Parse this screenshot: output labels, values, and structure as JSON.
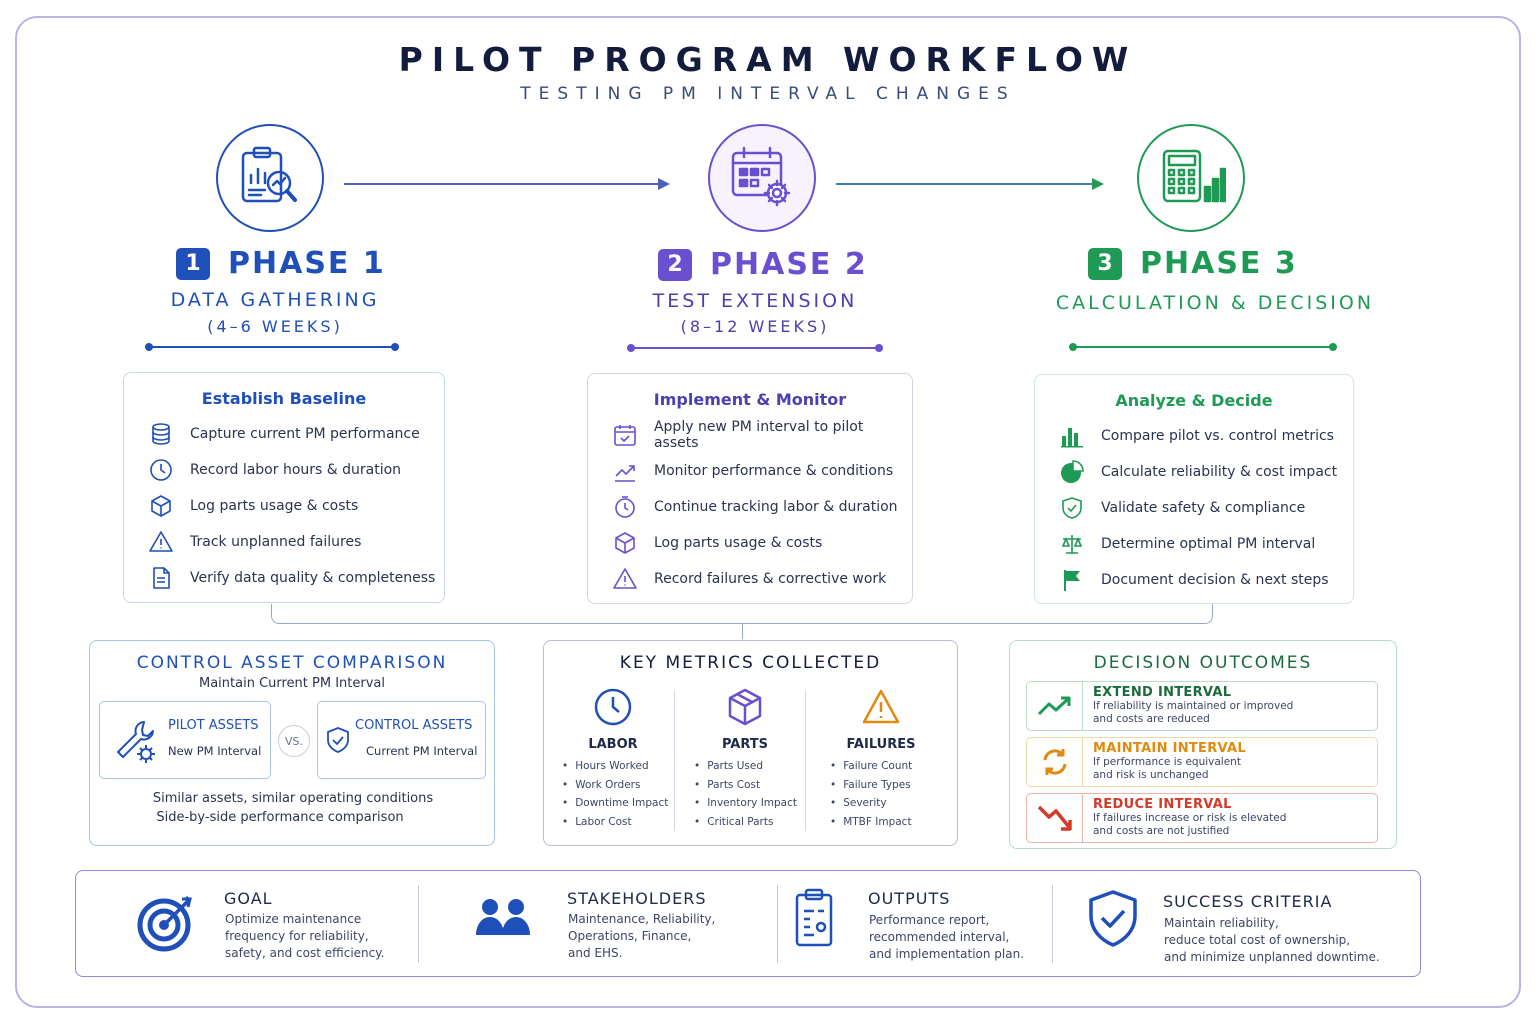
{
  "title": "PILOT PROGRAM WORKFLOW",
  "subtitle": "TESTING PM INTERVAL CHANGES",
  "colors": {
    "phase1": "#1f4fb8",
    "phase2": "#6a4fd0",
    "phase3": "#1f9a55",
    "amber": "#e08a10",
    "red": "#d23a2a"
  },
  "phases": [
    {
      "number": "1",
      "label": "PHASE 1",
      "name": "DATA GATHERING",
      "duration": "(4–6 WEEKS)",
      "icon": "clipboard-analysis-icon",
      "card_title": "Establish Baseline",
      "tasks": [
        {
          "text": "Capture current PM performance",
          "icon": "database-icon"
        },
        {
          "text": "Record labor hours & duration",
          "icon": "clock-icon"
        },
        {
          "text": "Log parts usage & costs",
          "icon": "box-icon"
        },
        {
          "text": "Track unplanned failures",
          "icon": "warning-icon"
        },
        {
          "text": "Verify data quality & completeness",
          "icon": "document-icon"
        }
      ]
    },
    {
      "number": "2",
      "label": "PHASE 2",
      "name": "TEST EXTENSION",
      "duration": "(8–12 WEEKS)",
      "icon": "calendar-gear-icon",
      "card_title": "Implement & Monitor",
      "tasks": [
        {
          "text": "Apply new PM interval to pilot assets",
          "icon": "calendar-check-icon"
        },
        {
          "text": "Monitor performance & conditions",
          "icon": "trend-line-icon"
        },
        {
          "text": "Continue tracking labor & duration",
          "icon": "stopwatch-icon"
        },
        {
          "text": "Log parts usage & costs",
          "icon": "box-icon"
        },
        {
          "text": "Record failures & corrective work",
          "icon": "warning-icon"
        }
      ]
    },
    {
      "number": "3",
      "label": "PHASE 3",
      "name": "CALCULATION & DECISION",
      "duration": "",
      "icon": "calculator-chart-icon",
      "card_title": "Analyze & Decide",
      "tasks": [
        {
          "text": "Compare pilot vs. control metrics",
          "icon": "bar-chart-icon"
        },
        {
          "text": "Calculate reliability & cost impact",
          "icon": "pie-chart-icon"
        },
        {
          "text": "Validate safety & compliance",
          "icon": "shield-check-icon"
        },
        {
          "text": "Determine optimal PM interval",
          "icon": "balance-scale-icon"
        },
        {
          "text": "Document decision & next steps",
          "icon": "flag-icon"
        }
      ]
    }
  ],
  "control": {
    "title": "CONTROL ASSET COMPARISON",
    "subtitle": "Maintain Current PM Interval",
    "pilot_title": "PILOT ASSETS",
    "pilot_sub": "New PM Interval",
    "vs": "VS.",
    "control_title": "CONTROL ASSETS",
    "control_sub": "Current PM Interval",
    "note1": "Similar assets, similar operating conditions",
    "note2": "Side-by-side performance comparison"
  },
  "metrics": {
    "title": "KEY METRICS COLLECTED",
    "columns": [
      {
        "label": "LABOR",
        "icon": "clock-icon",
        "items": [
          "Hours Worked",
          "Work Orders",
          "Downtime Impact",
          "Labor Cost"
        ]
      },
      {
        "label": "PARTS",
        "icon": "box-icon",
        "items": [
          "Parts Used",
          "Parts Cost",
          "Inventory Impact",
          "Critical Parts"
        ]
      },
      {
        "label": "FAILURES",
        "icon": "warning-icon",
        "items": [
          "Failure Count",
          "Failure Types",
          "Severity",
          "MTBF Impact"
        ]
      }
    ]
  },
  "outcomes": {
    "title": "DECISION OUTCOMES",
    "items": [
      {
        "label": "EXTEND INTERVAL",
        "desc1": "If reliability is maintained or improved",
        "desc2": "and costs are reduced",
        "icon": "trend-up-icon"
      },
      {
        "label": "MAINTAIN INTERVAL",
        "desc1": "If performance is equivalent",
        "desc2": "and risk is unchanged",
        "icon": "refresh-icon"
      },
      {
        "label": "REDUCE INTERVAL",
        "desc1": "If failures increase or risk is elevated",
        "desc2": "and costs are not justified",
        "icon": "trend-down-icon"
      }
    ]
  },
  "footer": [
    {
      "label": "GOAL",
      "lines": [
        "Optimize  maintenance",
        "frequency  for reliability,",
        "safety, and cost efficiency."
      ],
      "icon": "target-icon"
    },
    {
      "label": "STAKEHOLDERS",
      "lines": [
        "Maintenance,  Reliability,",
        "Operations,  Finance,",
        "and EHS."
      ],
      "icon": "people-icon"
    },
    {
      "label": "OUTPUTS",
      "lines": [
        "Performance report,",
        "recommended interval,",
        "and implementation plan."
      ],
      "icon": "clipboard-list-icon"
    },
    {
      "label": "SUCCESS CRITERIA",
      "lines": [
        "Maintain reliability,",
        "reduce total cost of ownership,",
        "and minimize unplanned downtime."
      ],
      "icon": "shield-check-icon"
    }
  ]
}
